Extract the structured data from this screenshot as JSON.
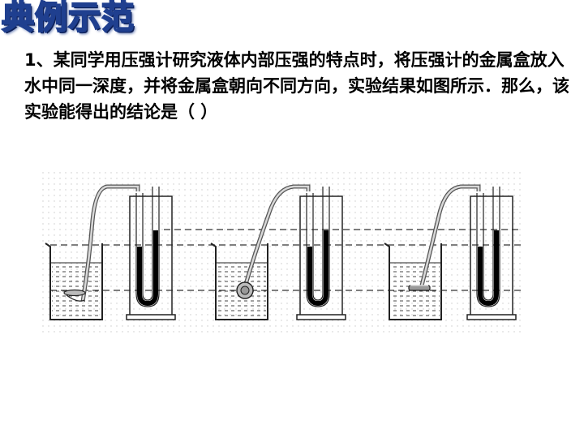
{
  "slide": {
    "title": "典例示范"
  },
  "question": {
    "text": "1、某同学用压强计研究液体内部压强的特点时，将压强计的金属盒放入水中同一深度，并将金属盒朝向不同方向，实验结果如图所示．那么，该实验能得出的结论是（     ）"
  },
  "figure": {
    "description_icons": [
      "beaker-icon",
      "u-tube-manometer-icon",
      "metal-probe-icon"
    ],
    "probe_orientations": [
      "down",
      "side",
      "up"
    ],
    "colors": {
      "line": "#222222",
      "liquid": "#000000",
      "dash": "#333333",
      "grid": "#cccccc"
    }
  }
}
